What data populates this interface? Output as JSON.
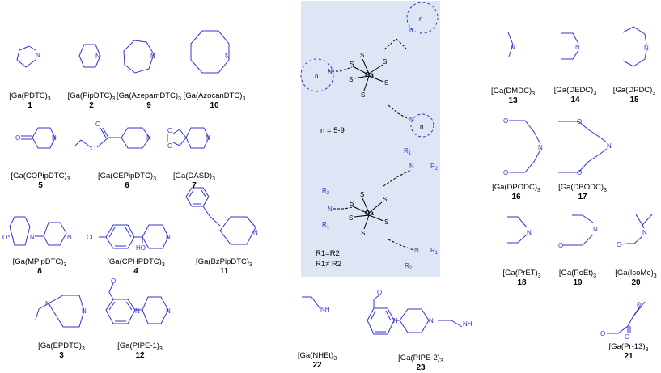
{
  "compounds": [
    {
      "id": "pdtc",
      "name": "[Ga(PDTC)",
      "number": "1"
    },
    {
      "id": "pipdtc",
      "name": "[Ga(PipDTC)",
      "number": "2"
    },
    {
      "id": "azepamdtc",
      "name": "[Ga(AzepamDTC)",
      "number": "9"
    },
    {
      "id": "azocandtc",
      "name": "[Ga(AzocanDTC)",
      "number": "10"
    },
    {
      "id": "copipdtc",
      "name": "[Ga(COPipDTC)",
      "number": "5"
    },
    {
      "id": "cepipdtc",
      "name": "[Ga(CEPipDTC)",
      "number": "6"
    },
    {
      "id": "dasd",
      "name": "[Ga(DASD)",
      "number": "7"
    },
    {
      "id": "mpipdtc",
      "name": "[Ga(MPipDTC)",
      "number": "8"
    },
    {
      "id": "cphpdtc",
      "name": "[Ga(CPHPDTC)",
      "number": "4"
    },
    {
      "id": "bzpipdtc",
      "name": "[Ga(BzPipDTC)",
      "number": "11"
    },
    {
      "id": "epdtc",
      "name": "[Ga(EPDTC)",
      "number": "3"
    },
    {
      "id": "pipe1",
      "name": "[Ga(PIPE-1)",
      "number": "12"
    },
    {
      "id": "nhet",
      "name": "[Ga(NHEt)",
      "number": "22"
    },
    {
      "id": "pipe2",
      "name": "[Ga(PIPE-2)",
      "number": "23"
    },
    {
      "id": "dmdc",
      "name": "[Ga(DMDC)",
      "number": "13"
    },
    {
      "id": "dedc",
      "name": "[Ga(DEDC)",
      "number": "14"
    },
    {
      "id": "dpdc",
      "name": "[Ga(DPDC)",
      "number": "15"
    },
    {
      "id": "dpodc",
      "name": "[Ga(DPODC)",
      "number": "16"
    },
    {
      "id": "dbodc",
      "name": "[Ga(DBODC)",
      "number": "17"
    },
    {
      "id": "pret",
      "name": "[Ga(PrET)",
      "number": "18"
    },
    {
      "id": "poet",
      "name": "[Ga(PoEt)",
      "number": "19"
    },
    {
      "id": "isome",
      "name": "[Ga(IsoMe)",
      "number": "20"
    },
    {
      "id": "pr13",
      "name": "[Ga(Pr-13)",
      "number": "21"
    }
  ],
  "subscript": "3",
  "atoms": {
    "N": "N",
    "NH": "NH",
    "O": "O",
    "Cl": "Cl",
    "HO": "HO",
    "S": "S",
    "Ga": "Ga",
    "n": "n",
    "R1": "R",
    "R2": "R",
    "sub1": "1",
    "sub2": "2"
  },
  "panel": {
    "ring_note": "n = 5-9",
    "r_equal": "R1=R2",
    "r_notequal": "R1≠ R2"
  },
  "colors": {
    "structure": "#3333cc",
    "panel_bg": "#dde6f4",
    "text": "#000000"
  }
}
